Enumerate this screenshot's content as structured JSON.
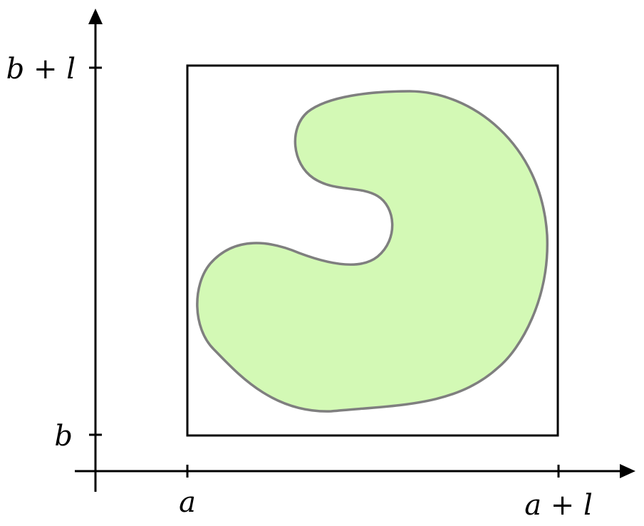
{
  "axes": {
    "x_ticks": [
      {
        "label": "a"
      },
      {
        "label": "a + l"
      }
    ],
    "y_ticks": [
      {
        "label": "b"
      },
      {
        "label": "b + l"
      }
    ]
  },
  "colors": {
    "axis": "#000000",
    "square_stroke": "#000000",
    "region_fill": "#d3f9b5",
    "region_stroke": "#7f7f7f",
    "background": "#ffffff"
  }
}
